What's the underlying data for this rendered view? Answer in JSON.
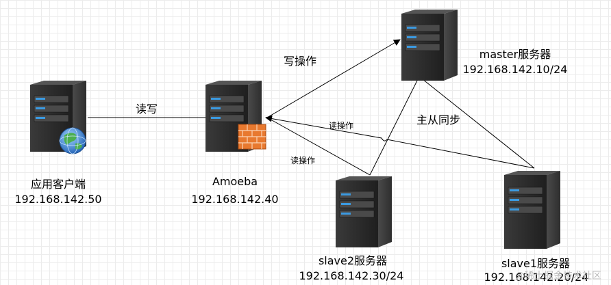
{
  "nodes": {
    "client": {
      "name": "应用客户端",
      "ip": "192.168.142.50"
    },
    "amoeba": {
      "name": "Amoeba",
      "ip": "192.168.142.40"
    },
    "master": {
      "name": "master服务器",
      "ip": "192.168.142.10/24"
    },
    "slave2": {
      "name": "slave2服务器",
      "ip": "192.168.142.30/24"
    },
    "slave1": {
      "name": "slave1服务器",
      "ip": "192.168.142.20/24"
    }
  },
  "edges": {
    "client_amoeba": "读写",
    "amoeba_master": "写操作",
    "slave1_amoeba": "读操作",
    "slave2_amoeba": "读操作",
    "master_sync": "主从同步"
  },
  "watermark": "@稀土掘金技术社区",
  "colors": {
    "line": "#000000",
    "server_body": "#2b2b2b",
    "led": "#3b9ae1",
    "firewall": "#e8792f",
    "globe": "#3a7bd5"
  }
}
